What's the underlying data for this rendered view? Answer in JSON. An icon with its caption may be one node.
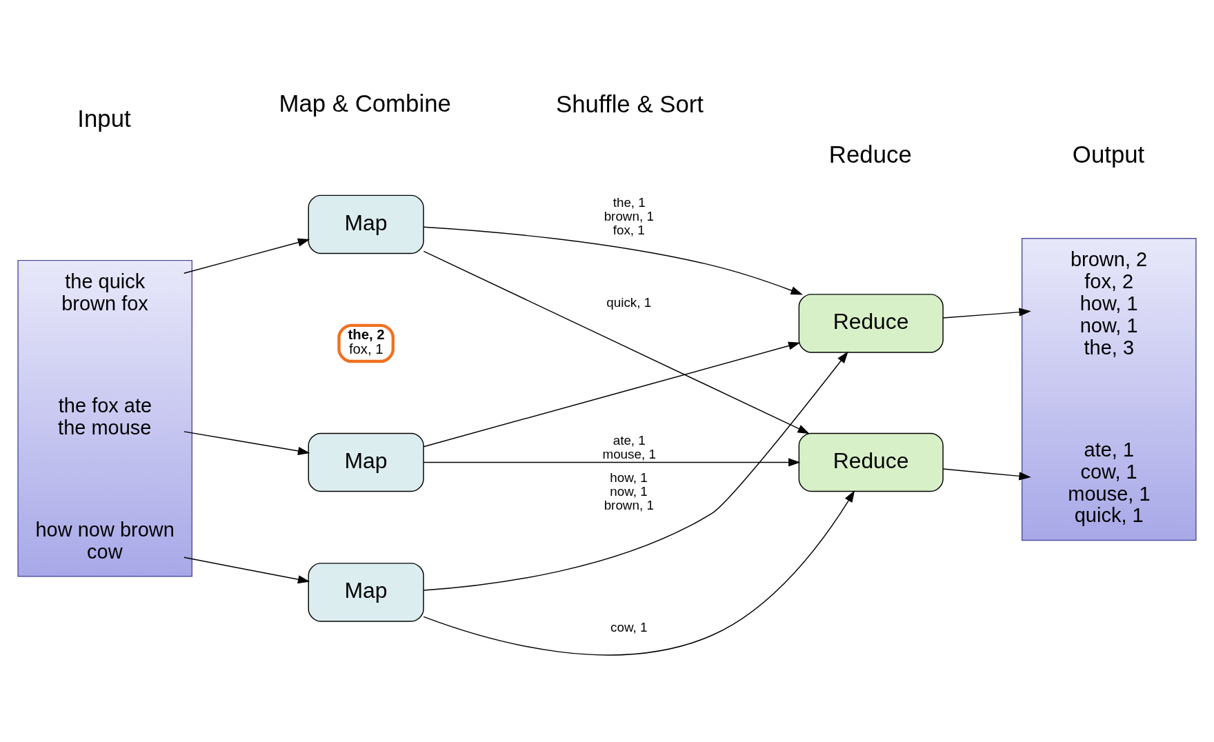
{
  "diagram": {
    "nodes": [
      {
        "text": [],
        "shape": "box"
      },
      {
        "text": [
          "the quick brown fox"
        ],
        "in": 0
      },
      {
        "text": [
          "the fox ate the mouse"
        ],
        "in": 0
      },
      {
        "text": [
          "how now brown cow"
        ],
        "in": 0
      },
      {
        "text": [
          "Map"
        ]
      },
      {
        "text": [
          "Map"
        ]
      },
      {
        "text": [
          "Map"
        ]
      },
      {
        "text": [
          "**the, 2** fox, 1"
        ]
      },
      {
        "text": [
          "Reduce"
        ]
      },
      {
        "text": [
          "Reduce"
        ]
      },
      {
        "text": [],
        "shape": "box"
      },
      {
        "text": [
          "brown, 2 fox, 2 how, 1 now, 1 the, 3"
        ],
        "in": 10
      },
      {
        "text": [
          "ate, 1 cow, 1 mouse, 1 quick, 1"
        ],
        "in": 10
      }
    ],
    "edges": [
      {
        "from": 1,
        "to": 4,
        "arrow": "to"
      },
      {
        "from": 2,
        "to": 5,
        "arrow": "to"
      },
      {
        "from": 3,
        "to": 6,
        "arrow": "to"
      },
      {
        "from": 4,
        "to": 8,
        "arrow": "to",
        "label": "the, 1 brown, 1 fox, 1"
      },
      {
        "from": 4,
        "to": 9,
        "arrow": "to",
        "label": "quick, 1"
      },
      {
        "from": 5,
        "to": 8,
        "arrow": "to"
      },
      {
        "from": 5,
        "to": 9,
        "arrow": "to",
        "label": "ate, 1 mouse, 1"
      },
      {
        "from": 6,
        "to": 8,
        "arrow": "to",
        "label": "how, 1 now, 1 brown, 1"
      },
      {
        "from": 6,
        "to": 9,
        "arrow": "to",
        "label": "cow, 1"
      },
      {
        "from": 8,
        "to": 11,
        "arrow": "to"
      },
      {
        "from": 9,
        "to": 12,
        "arrow": "to"
      }
    ],
    "labels": [
      "Input",
      "Map & Combine",
      "Shuffle & Sort",
      "Reduce",
      "Output"
    ]
  }
}
